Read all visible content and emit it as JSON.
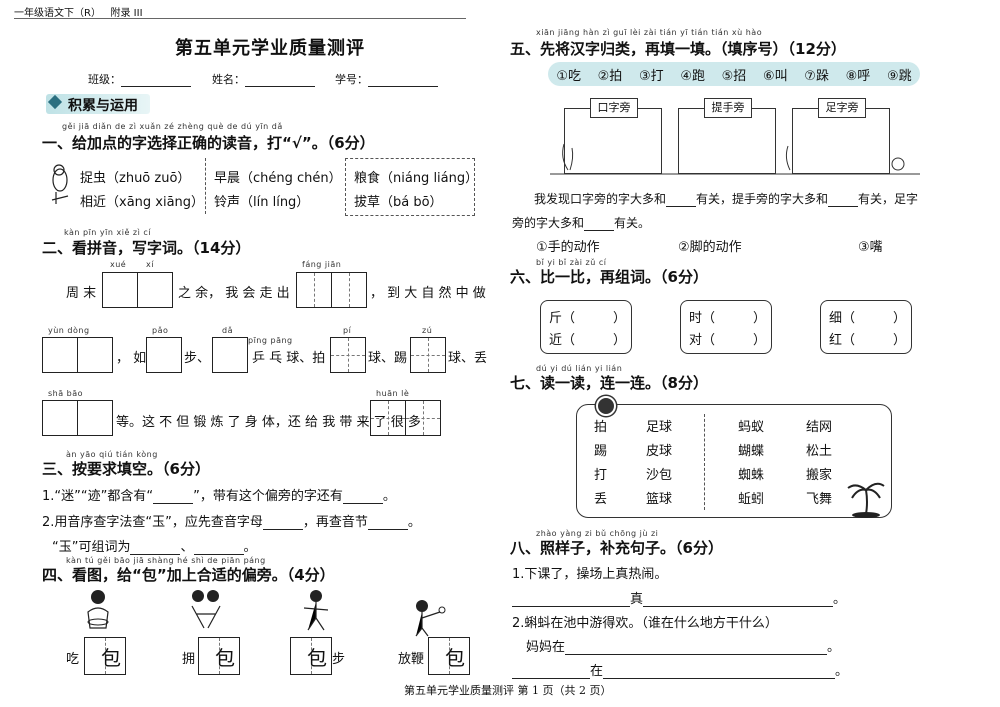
{
  "header": {
    "grade": "一年级语文下（R）",
    "appendix": "附录 III"
  },
  "title": "第五单元学业质量测评",
  "info": {
    "class_label": "班级：",
    "name_label": "姓名：",
    "id_label": "学号："
  },
  "banner": "积累与运用",
  "q1": {
    "pinyin": "gěi jiā diǎn de zì xuǎn zé zhèng què de dú yīn   dǎ",
    "title": "一、给加点的字选择正确的读音，打“√”。（6分）",
    "items": [
      "捉虫（zhuō zuō）",
      "相近（xāng xiāng）",
      "早晨（chéng chén）",
      "铃声（lín líng）",
      "粮食（niáng liáng）",
      "拔草（bá bō）"
    ]
  },
  "q2": {
    "pinyin": "kàn pīn yīn  xiě zì cí",
    "title": "二、看拼音，写字词。（14分）",
    "p_xue": "xué",
    "p_xi": "xí",
    "p_fangjian": "fáng  jiān",
    "t1": "周 末",
    "t2": "之 余， 我 会 走 出",
    "t3": "， 到 大 自 然 中 做",
    "p_yundong": "yùn  dòng",
    "p_pao": "pǎo",
    "p_da": "dǎ",
    "p_pingpang": "pīng pāng",
    "p_pi": "pí",
    "p_zu": "zú",
    "t4": "， 如",
    "t5": "步、",
    "t6": "乒 乓 球、拍",
    "t7": "球、踢",
    "t8": "球、丢",
    "p_shabao": "shā  bāo",
    "p_huanle": "huān   lè",
    "t9": "等。这 不 但 锻 炼 了 身 体，还 给 我 带 来 了 很 多"
  },
  "q3": {
    "pinyin": "àn yāo qiú tián kòng",
    "title": "三、按要求填空。（6分）",
    "l1a": "1.“迷”“迹”都含有“",
    "l1b": "”，带有这个偏旁的字还有",
    "l1c": "。",
    "l2a": "2.用音序查字法查“玉”，应先查音字母",
    "l2b": "，再查音节",
    "l2c": "。",
    "l3a": "“玉”可组词为",
    "l3b": "、",
    "l3c": "。"
  },
  "q4": {
    "pinyin": "kàn tú  gěi  bāo jiā shàng hé shì de piān páng",
    "title": "四、看图，给“包”加上合适的偏旁。（4分）",
    "char": "包",
    "labels": [
      "吃",
      "拥",
      "步",
      "放鞭"
    ]
  },
  "q5": {
    "pinyin": "xiān jiāng hàn zì guī lèi  zài tián yī tián   tián xù hào",
    "title": "五、先将汉字归类，再填一填。（填序号）（12分）",
    "chars": [
      "①吃",
      "②拍",
      "③打",
      "④跑",
      "⑤招",
      "⑥叫",
      "⑦跺",
      "⑧呼",
      "⑨跳"
    ],
    "boxes": [
      "口字旁",
      "提手旁",
      "足字旁"
    ],
    "s1": "我发现口字旁的字大多和",
    "s2": "有关，提手旁的字大多和",
    "s3": "有关，足字",
    "s4": "旁的字大多和",
    "s5": "有关。",
    "opts": [
      "①手的动作",
      "②脚的动作",
      "③嘴"
    ]
  },
  "q6": {
    "pinyin": "bǐ yi bǐ  zài zǔ cí",
    "title": "六、比一比，再组词。（6分）",
    "pairs": [
      [
        "斤（",
        "近（"
      ],
      [
        "时（",
        "对（"
      ],
      [
        "细（",
        "红（"
      ]
    ],
    "close": "）"
  },
  "q7": {
    "pinyin": "dú yi dú  lián yi lián",
    "title": "七、读一读，连一连。（8分）",
    "left_a": [
      "拍",
      "踢",
      "打",
      "丢"
    ],
    "left_b": [
      "足球",
      "皮球",
      "沙包",
      "篮球"
    ],
    "right_a": [
      "蚂蚁",
      "蝴蝶",
      "蜘蛛",
      "蚯蚓"
    ],
    "right_b": [
      "结网",
      "松土",
      "搬家",
      "飞舞"
    ]
  },
  "q8": {
    "pinyin": "zhào yàng zi  bǔ chōng jù zi",
    "title": "八、照样子，补充句子。（6分）",
    "l1": "1.下课了，操场上真热闹。",
    "zhen": "真",
    "period": "。",
    "l2": "2.蝌蚪在池中游得欢。（谁在什么地方干什么）",
    "mama": "妈妈在",
    "zai": "在"
  },
  "footer": "第五单元学业质量测评   第 1 页（共 2 页）"
}
